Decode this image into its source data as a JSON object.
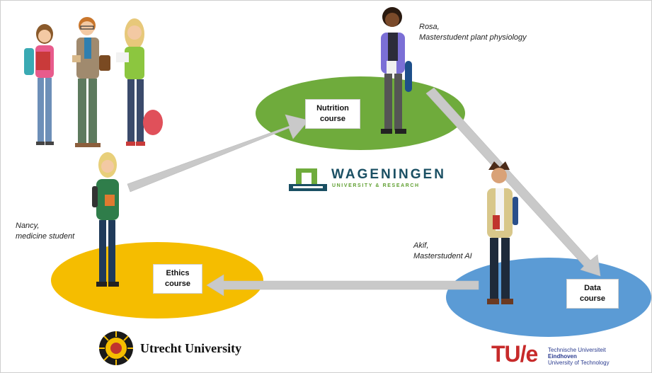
{
  "courses": {
    "nutrition": {
      "line1": "Nutrition",
      "line2": "course"
    },
    "ethics": {
      "line1": "Ethics",
      "line2": "course"
    },
    "data": {
      "line1": "Data",
      "line2": "course"
    }
  },
  "people": {
    "rosa": {
      "name": "Rosa,",
      "role": "Masterstudent plant physiology"
    },
    "nancy": {
      "name": "Nancy,",
      "role": "medicine student"
    },
    "akif": {
      "name": "Akif,",
      "role": "Masterstudent AI"
    }
  },
  "logos": {
    "wageningen": {
      "name": "WAGENINGEN",
      "sub": "UNIVERSITY & RESEARCH"
    },
    "utrecht": {
      "name": "Utrecht University"
    },
    "tue": {
      "short": "TU/e",
      "line1": "Technische Universiteit",
      "line2": "Eindhoven",
      "line3": "University of Technology"
    }
  },
  "colors": {
    "nutrition_ellipse": "#6fab3c",
    "ethics_ellipse": "#f5bd00",
    "data_ellipse": "#5b9bd5",
    "arrow": "#c9c9c9"
  }
}
